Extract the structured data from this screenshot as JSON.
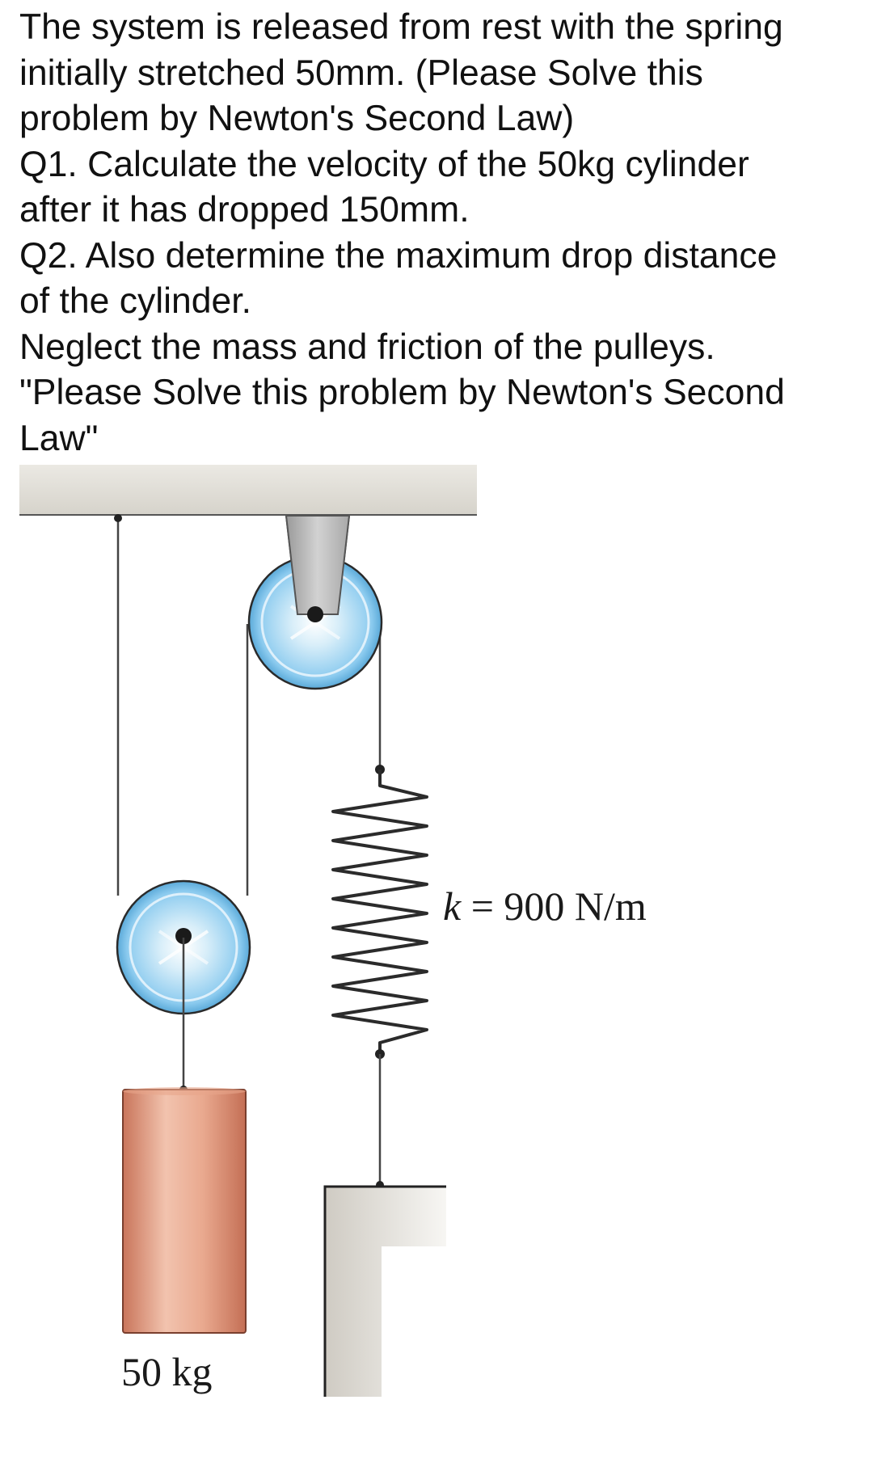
{
  "problem": {
    "lines": [
      "The system is released from rest with the spring",
      "initially stretched 50mm. (Please Solve this",
      "problem by Newton's Second Law)",
      "Q1. Calculate the velocity of the 50kg cylinder",
      "after it has dropped 150mm.",
      "Q2. Also determine the maximum drop distance",
      "of the cylinder.",
      "Neglect the mass and friction of the pulleys.",
      "\"Please Solve this problem by Newton's Second",
      "Law\""
    ]
  },
  "diagram": {
    "spring_label_k": "k",
    "spring_label_rest": " = 900 N/m",
    "mass_label": "50 kg"
  },
  "colors": {
    "ceiling": "#e4e2dc",
    "pulley_rim": "#dfe8ee",
    "pulley_center": "#c6e6f6",
    "pulley_edge": "#6fb8e0",
    "cylinder_light": "#f3c5b2",
    "cylinder_dark": "#c9755b",
    "rope": "#444444"
  }
}
